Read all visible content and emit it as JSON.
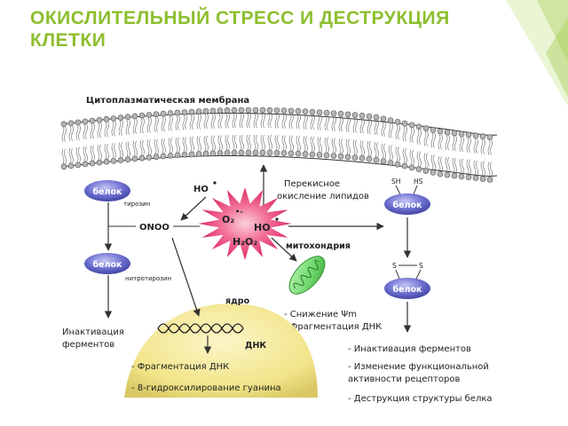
{
  "title_line1": "ОКИСЛИТЕЛЬНЫЙ СТРЕСС И ДЕСТРУКЦИЯ",
  "title_line2": "КЛЕТКИ",
  "membrane_label": "Цитоплазматическая мембрана",
  "lipid_perox_1": "Перекисное",
  "lipid_perox_2": "окисление липидов",
  "protein": "белок",
  "tyrosine": "тирозин",
  "nitrotyrosine": "нитротирозин",
  "hydroxyl_top": "НО",
  "peroxynitrite": "ONOO",
  "center_superoxide": "О₂",
  "center_hydroxyl": "НО",
  "center_h2o2": "Н₂О₂",
  "sh_left": "SH",
  "sh_right": "HS",
  "s_left": "S",
  "s_right": "S",
  "mito_label": "митохондрия",
  "mito_effect_1": "- Снижение Ψm",
  "mito_effect_2": "- Фрагментация ДНК",
  "inact_1": "Инактивация",
  "inact_2": "ферментов",
  "nucleus_label": "ядро",
  "dna_label": "ДНК",
  "nuc_effect_1": "- Фрагментация ДНК",
  "nuc_effect_2": "- 8-гидроксилирование гуанина",
  "right_effect_1": "- Инактивация ферментов",
  "right_effect_2": "- Изменение функциональной",
  "right_effect_3": "активности рецепторов",
  "right_effect_4": "- Деструкция структуры белка",
  "colors": {
    "title": "#8dbf2e",
    "protein_fill": "#6d6fd1",
    "star_fill": "#e8336d",
    "mito_fill": "#6fd86c",
    "nucleus_fill": "#f2e58a"
  }
}
